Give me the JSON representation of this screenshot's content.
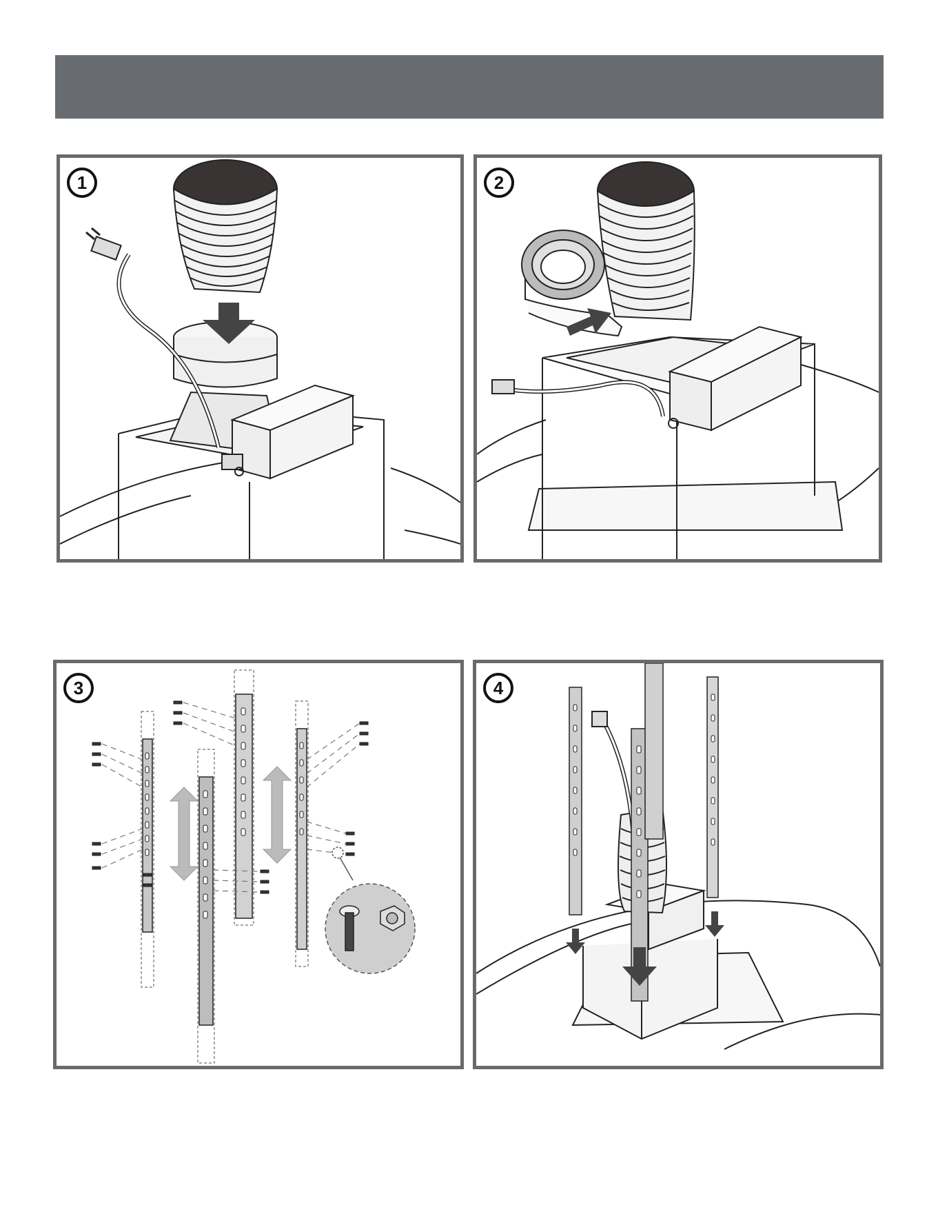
{
  "header": {
    "title": ""
  },
  "steps": [
    {
      "number": "1"
    },
    {
      "number": "2"
    },
    {
      "number": "3"
    },
    {
      "number": "4"
    }
  ]
}
